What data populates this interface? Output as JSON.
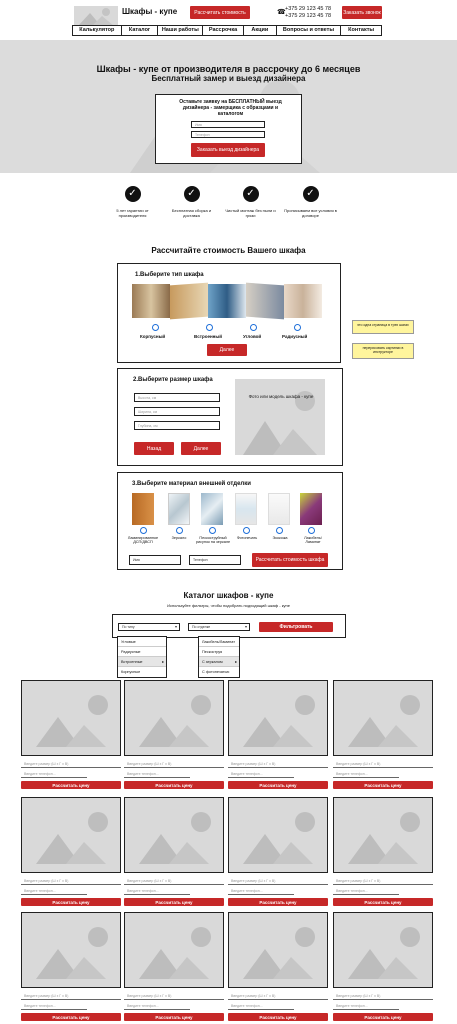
{
  "header": {
    "logo_title": "Шкафы - купе",
    "calc_button": "Рассчитать стоимость",
    "phone1": "+375 29 123 45 78",
    "phone2": "+375 29 123 45 78",
    "call_button": "Заказать звонок",
    "nav": [
      "Калькулятор",
      "Каталог",
      "Наши работы",
      "Рассрочка",
      "Акции",
      "Вопросы и ответы",
      "Контакты"
    ]
  },
  "hero": {
    "title": "Шкафы - купе от производителя в рассрочку до 6 месяцев",
    "subtitle": "Бесплатный замер и выезд дизайнера",
    "form_title": "Оставьте заявку на БЕСПЛАТНЫЙ выезд дизайнера - замерщика с образцами и каталогом",
    "name_placeholder": "Имя",
    "phone_placeholder": "Телефон",
    "submit": "Заказать выезд дизайнера"
  },
  "benefits": [
    "5 лет гарантии от производителя",
    "Бесплатная сборка и доставка",
    "Чистый монтаж без пыли и грязи",
    "Прописываем все условия в договоре"
  ],
  "calc": {
    "title": "Рассчитайте стоимость Вашего шкафа",
    "step1": {
      "title": "1.Выберите тип шкафа",
      "types": [
        "Корпусный",
        "Встроенный",
        "Угловой",
        "Радиусный"
      ],
      "next": "Далее"
    },
    "notes": [
      "это одна страница в трех шагах",
      "перерисовать картинки в инструкторе"
    ],
    "step2": {
      "title": "2.Выберите размер шкафа",
      "fields": [
        "Высота, см",
        "Ширина, см",
        "Глубина, см"
      ],
      "back": "Назад",
      "next": "Далее",
      "photo_label": "Фото или модель шкафа - купе"
    },
    "step3": {
      "title": "3.Выберите материал внешней отделки",
      "materials": [
        "Ламинированное ДСП/ДВСП",
        "Зеркало",
        "Пескоструйный рисунок на зеркале",
        "Фотопечать",
        "Экокожа",
        "Лакобель/ Ламинат"
      ],
      "name_placeholder": "Имя",
      "phone_placeholder": "Телефон",
      "submit": "Рассчитать стоимость шкафа"
    }
  },
  "catalog": {
    "title": "Каталог шкафов - купе",
    "subtitle": "Используйте фильтры, чтобы подобрать подходящий шкаф - купе",
    "filter_type": "По типу",
    "filter_finish": "По отделке",
    "filter_button": "Фильтровать",
    "type_options": [
      "Угловые",
      "Радиусные",
      "Встроенные",
      "Корпусные"
    ],
    "finish_options": [
      "Лакобель/Ламинат",
      "Пескоструя",
      "С зеркалом",
      "С фотопечатью"
    ],
    "size_placeholder": "Введите размер (Ш х Г х В)",
    "phone_placeholder": "Введите телефон...",
    "card_button": "Рассчитать цену"
  },
  "colors": {
    "accent": "#c62828",
    "placeholder": "#d9d9d9",
    "note": "#fff59d"
  }
}
